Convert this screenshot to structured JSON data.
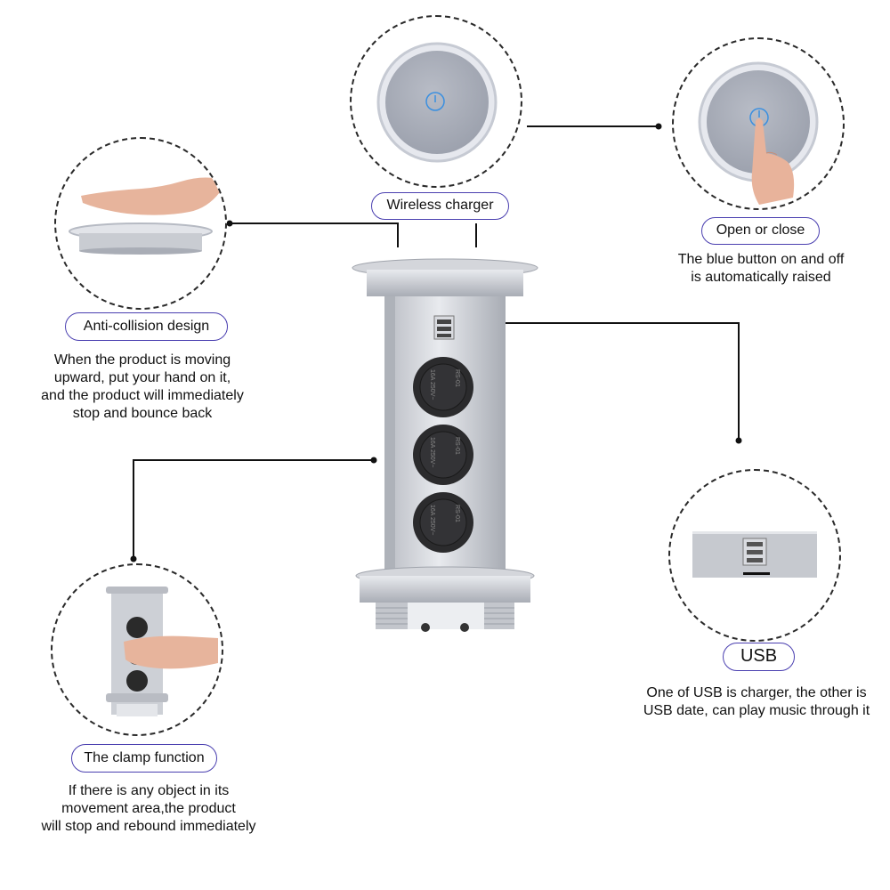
{
  "features": {
    "wireless": {
      "label": "Wireless charger"
    },
    "open_close": {
      "label": "Open or close",
      "desc": [
        "The blue button on and off",
        "is automatically raised"
      ]
    },
    "anti_collision": {
      "label": "Anti-collision design",
      "desc": [
        "When the product is moving",
        "upward, put your hand on it,",
        "and the product will immediately",
        "stop and bounce back"
      ]
    },
    "usb": {
      "label": "USB",
      "desc": [
        "One of USB is charger, the other is",
        "USB date, can play music through it"
      ]
    },
    "clamp": {
      "label": "The clamp function",
      "desc": [
        "If there is any object in its",
        "movement area,the product",
        "will stop and rebound immediately"
      ]
    }
  },
  "socket_labels": [
    "16A 250V~",
    "RS-01"
  ],
  "icons": [
    "power-icon",
    "hand-icon",
    "finger-icon",
    "usb-port-icon",
    "socket-icon"
  ],
  "colors": {
    "pill_border": "#4a3fb0",
    "button_blue": "#3a8fe0",
    "metal": "#c9ccd2"
  }
}
